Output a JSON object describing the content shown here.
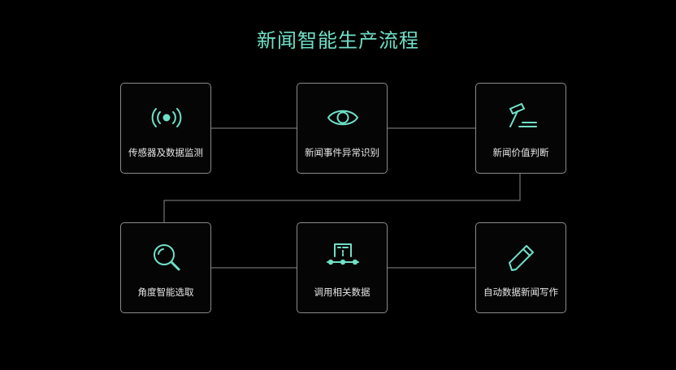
{
  "title": "新闻智能生产流程",
  "colors": {
    "accent": "#6fe0c8",
    "box_border": "#8a8a8a",
    "connector": "#8a8a8a",
    "label": "#e6e6e6",
    "background": "#000000"
  },
  "nodes": [
    {
      "label": "传感器及数据监测",
      "icon": "broadcast-signal-icon"
    },
    {
      "label": "新闻事件异常识别",
      "icon": "eye-icon"
    },
    {
      "label": "新闻价值判断",
      "icon": "gavel-icon"
    },
    {
      "label": "角度智能选取",
      "icon": "magnifier-icon"
    },
    {
      "label": "调用相关数据",
      "icon": "data-flow-icon"
    },
    {
      "label": "自动数据新闻写作",
      "icon": "pencil-icon"
    }
  ]
}
